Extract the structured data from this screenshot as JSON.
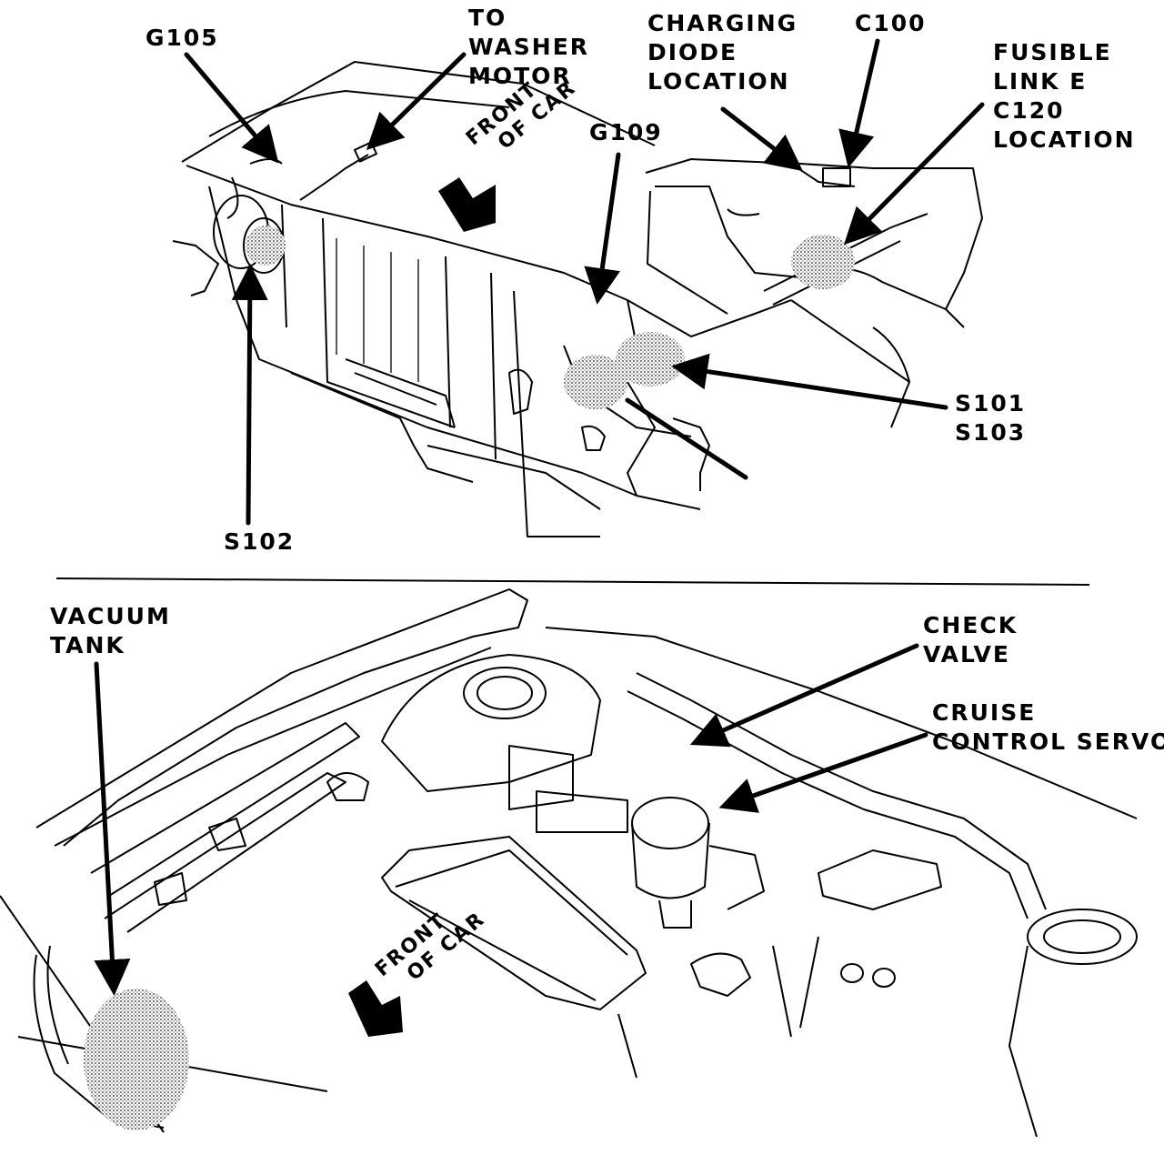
{
  "top_diagram": {
    "labels": {
      "g105": "G105",
      "washer": [
        "TO",
        "WASHER",
        "MOTOR"
      ],
      "charging": [
        "CHARGING",
        "DIODE",
        "LOCATION"
      ],
      "c100": "C100",
      "fusible": [
        "FUSIBLE",
        "LINK E",
        "C120",
        "LOCATION"
      ],
      "g109": "G109",
      "s101": "S101",
      "s103": "S103",
      "s102": "S102",
      "front": [
        "FRONT",
        "OF CAR"
      ]
    }
  },
  "bottom_diagram": {
    "labels": {
      "vacuum": [
        "VACUUM",
        "TANK"
      ],
      "check": [
        "CHECK",
        "VALVE"
      ],
      "cruise": [
        "CRUISE",
        "CONTROL SERVO"
      ],
      "front": [
        "FRONT",
        "OF CAR"
      ]
    }
  },
  "colors": {
    "ink": "#000000",
    "paper": "#ffffff",
    "shade": "#9a9a9a"
  }
}
